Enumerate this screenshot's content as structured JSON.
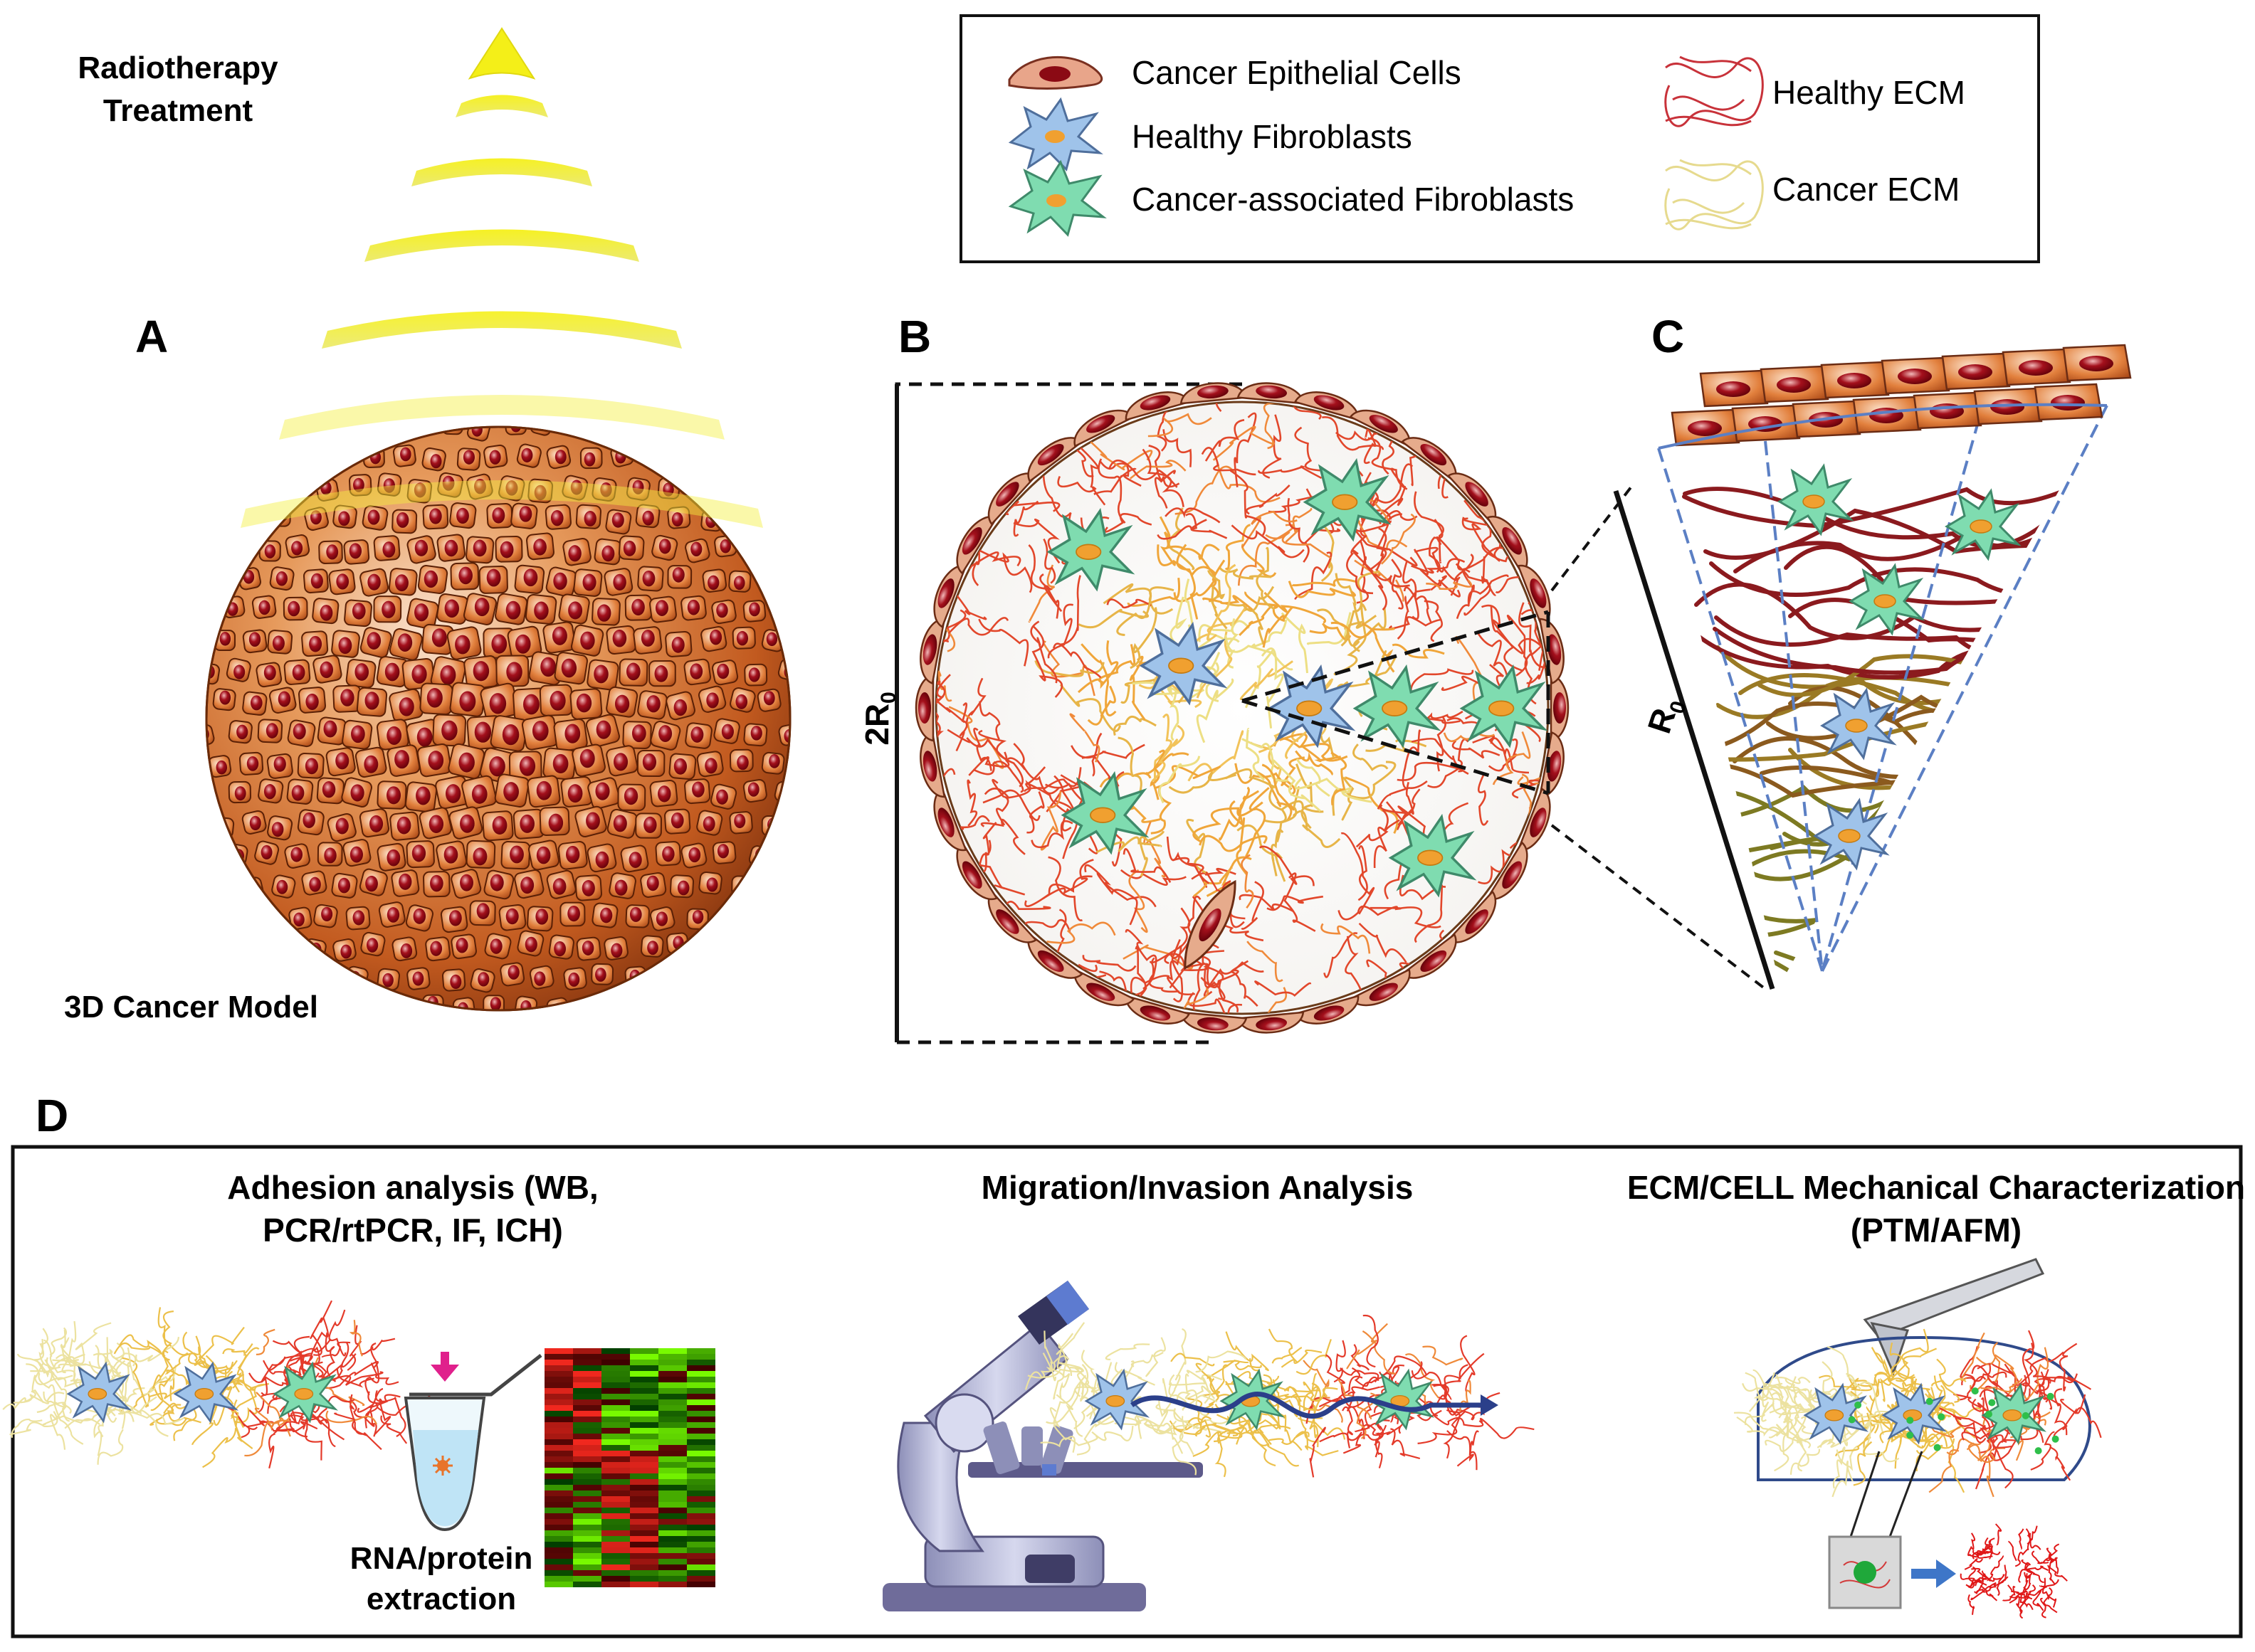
{
  "legend": {
    "items": [
      {
        "label": "Cancer Epithelial Cells"
      },
      {
        "label": "Healthy Fibroblasts"
      },
      {
        "label": "Cancer-associated Fibroblasts"
      },
      {
        "label": "Healthy ECM"
      },
      {
        "label": "Cancer ECM"
      }
    ]
  },
  "panel_a": {
    "letter": "A",
    "radiotherapy_line1": "Radiotherapy",
    "radiotherapy_line2": "Treatment",
    "model_label": "3D Cancer Model"
  },
  "panel_b": {
    "letter": "B",
    "dim_main": "2R",
    "dim_sub": "0"
  },
  "panel_c": {
    "letter": "C",
    "dim_main": "R",
    "dim_sub": "0"
  },
  "panel_d": {
    "letter": "D",
    "adhesion_line1": "Adhesion analysis (WB,",
    "adhesion_line2": "PCR/rtPCR, IF, ICH)",
    "rna_line1": "RNA/protein",
    "rna_line2": "extraction",
    "migration_title": "Migration/Invasion Analysis",
    "mech_line1": "ECM/CELL Mechanical Characterization",
    "mech_line2": "(PTM/AFM)"
  },
  "colors": {
    "epithelial": "#d2691e",
    "nucleus": "#8b0a14",
    "healthy_fibroblast": "#9fc3ea",
    "caf": "#7fdcb0",
    "healthy_ecm": "#e8372a",
    "cancer_ecm": "#e8d87a",
    "beam": "#f2ee22"
  }
}
